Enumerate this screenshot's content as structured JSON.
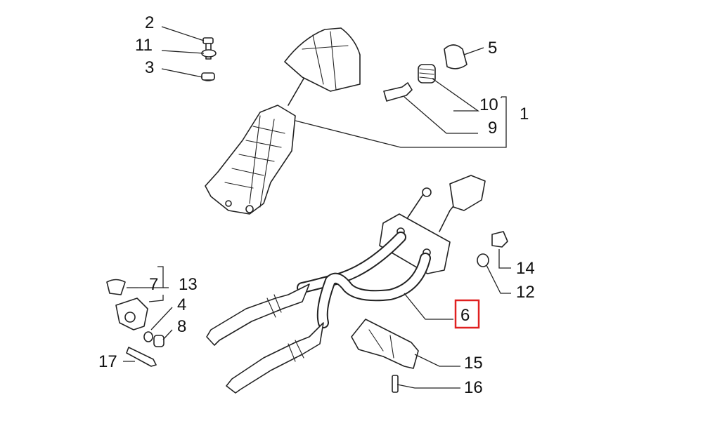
{
  "labels": {
    "l1": "1",
    "l2": "2",
    "l3": "3",
    "l4": "4",
    "l5": "5",
    "l6": "6",
    "l7": "7",
    "l8": "8",
    "l9": "9",
    "l10": "10",
    "l11": "11",
    "l12": "12",
    "l13": "13",
    "l14": "14",
    "l15": "15",
    "l16": "16",
    "l17": "17"
  },
  "colors": {
    "highlight": "#e02020",
    "line": "#222222"
  }
}
